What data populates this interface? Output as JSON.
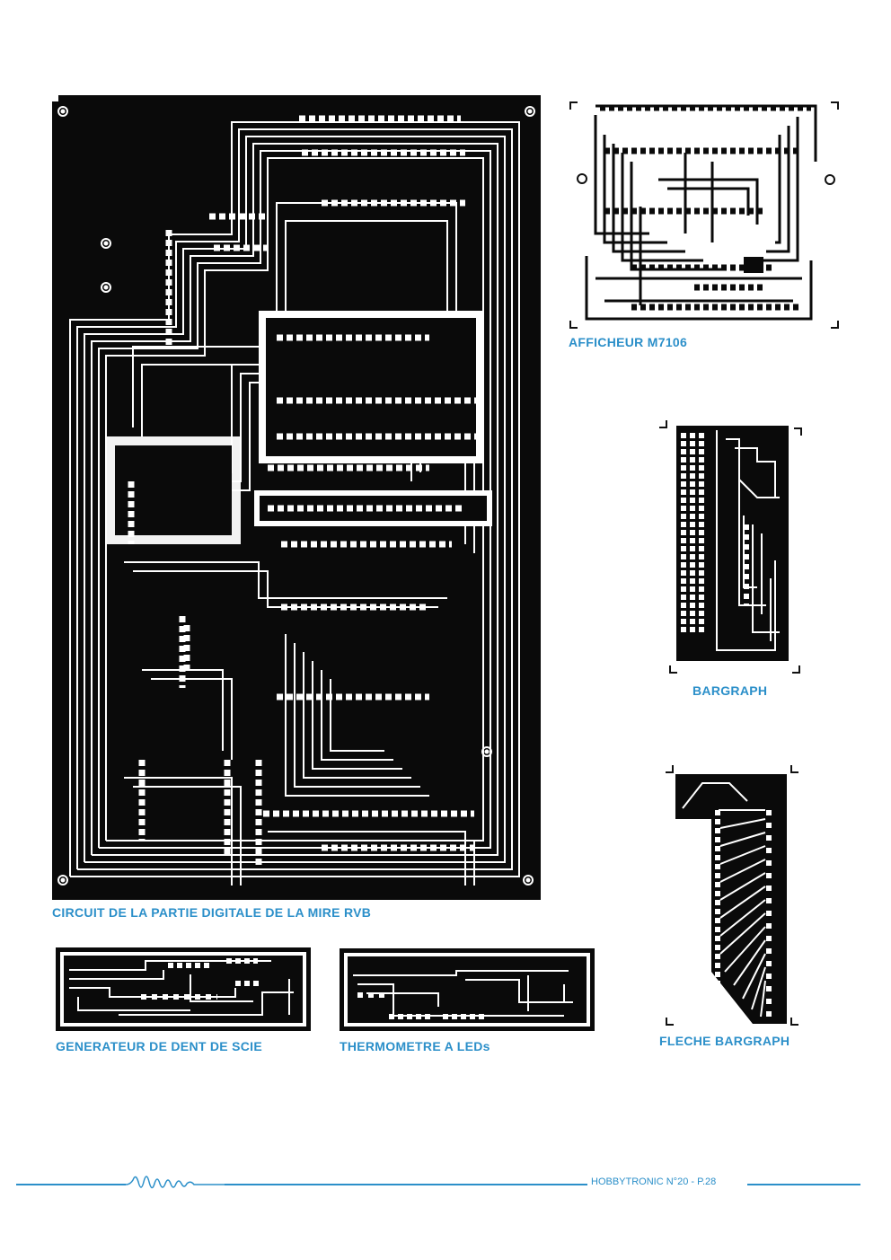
{
  "captions": {
    "main_circuit": "CIRCUIT DE LA PARTIE DIGITALE DE LA MIRE RVB",
    "afficheur": "AFFICHEUR M7106",
    "bargraph": "BARGRAPH",
    "generateur": "GENERATEUR DE DENT DE SCIE",
    "thermometre": "THERMOMETRE A LEDs",
    "fleche": "FLECHE  BARGRAPH"
  },
  "footer": {
    "text": "HOBBYTRONIC N°20 - P.28"
  },
  "colors": {
    "accent": "#2b8fc9",
    "copper": "#0a0a0a",
    "paper": "#ffffff"
  }
}
